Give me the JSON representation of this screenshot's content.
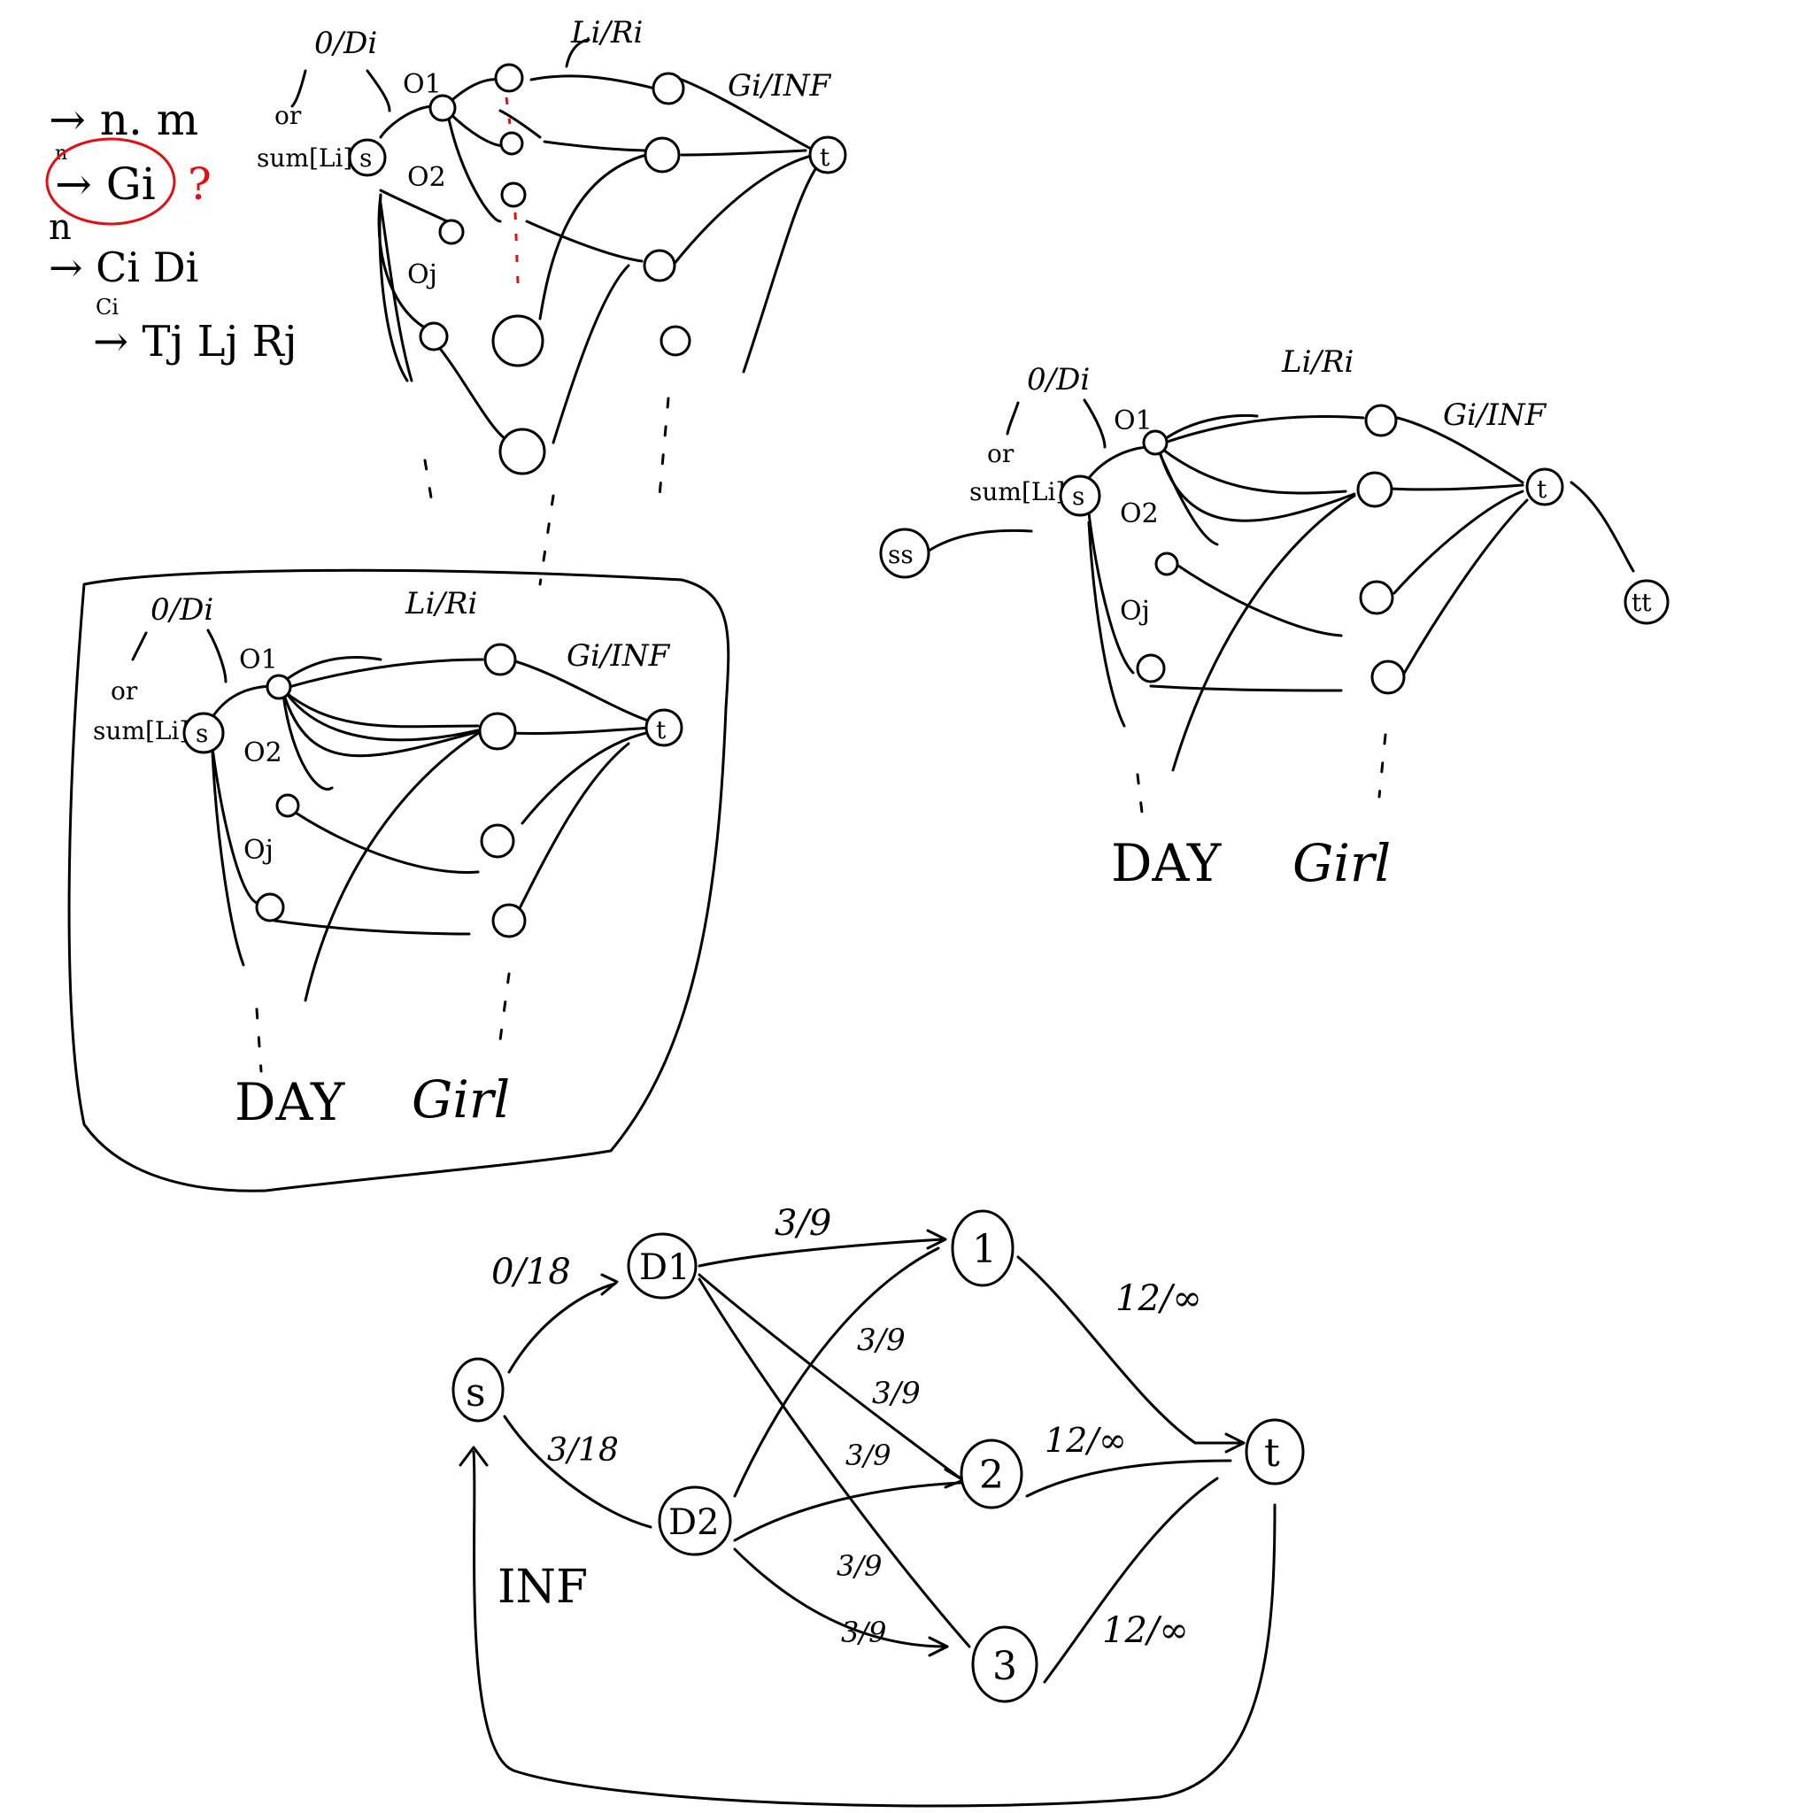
{
  "notes": {
    "line1": "→ n. m",
    "line2_sup": "n",
    "line2": "→ Gi",
    "line2_q": "?",
    "line3_sup": "n",
    "line3": "→ Ci Di",
    "line4_under": "Ci",
    "line4": "→ Tj Lj Rj"
  },
  "labels": {
    "src_cap": "0/Di",
    "or": "or",
    "sum": "sum[Li]",
    "cap_lr": "Li/Ri",
    "cap_gi": "Gi/INF",
    "day": "DAY",
    "girl": "Girl",
    "o1": "O1",
    "o2": "O2",
    "oj": "Oj",
    "s": "s",
    "t": "t",
    "ss": "ss",
    "tt": "tt"
  },
  "example": {
    "source": "s",
    "sink": "t",
    "days": [
      "D1",
      "D2"
    ],
    "girls": [
      "1",
      "2",
      "3"
    ],
    "cap_s_d1": "0/18",
    "cap_s_d2": "3/18",
    "edge_cap": "3/9",
    "cap_girl_t": [
      "12/∞",
      "12/∞",
      "12/∞"
    ],
    "back_edge": "INF"
  }
}
